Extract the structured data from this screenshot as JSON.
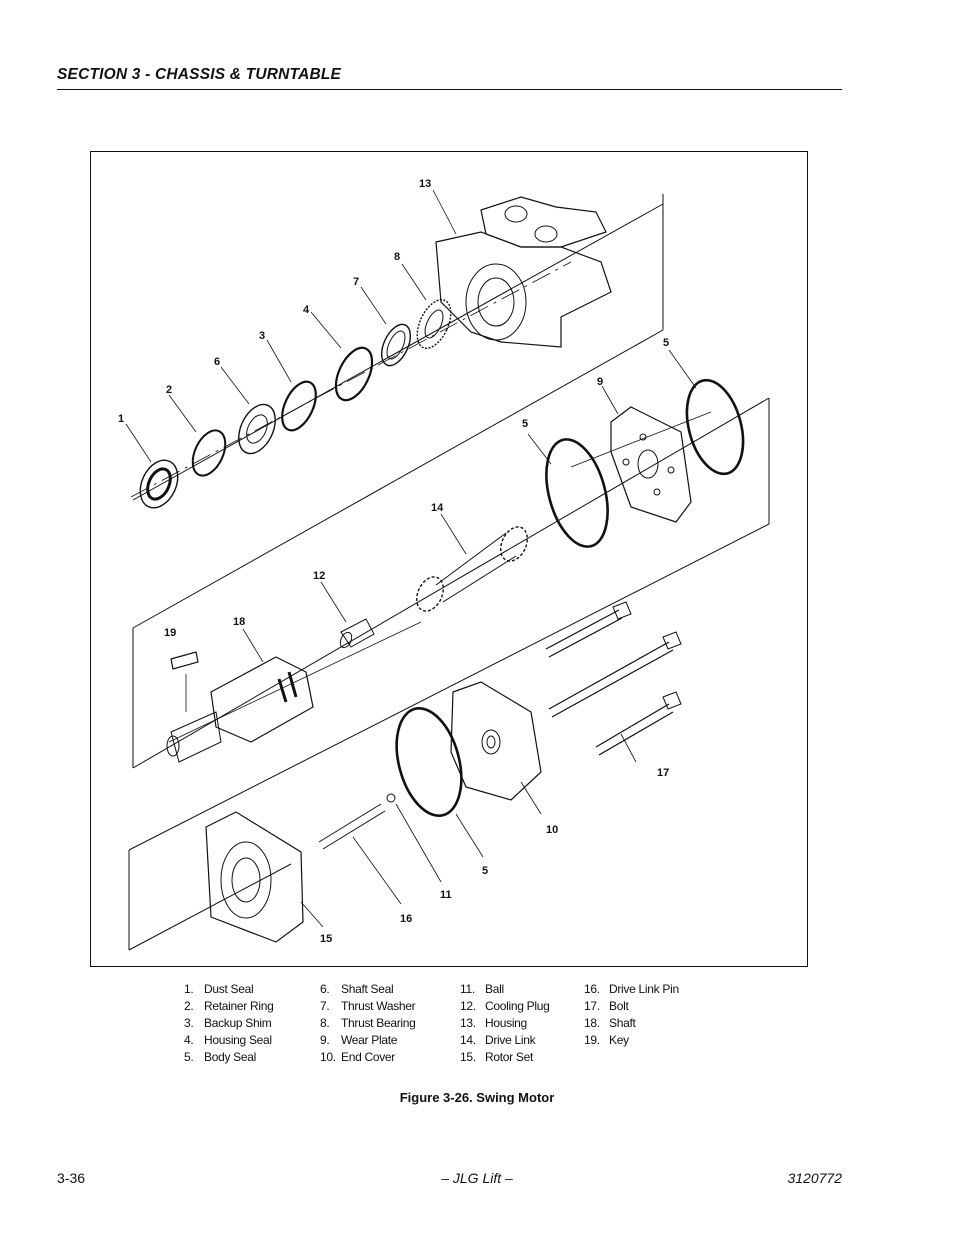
{
  "header": {
    "section_title": "SECTION 3 - CHASSIS & TURNTABLE"
  },
  "figure": {
    "callouts": [
      "13",
      "8",
      "7",
      "4",
      "3",
      "6",
      "2",
      "1",
      "5",
      "9",
      "5",
      "14",
      "12",
      "19",
      "18",
      "17",
      "10",
      "5",
      "11",
      "16",
      "15"
    ]
  },
  "legend": {
    "col1": [
      {
        "num": "1.",
        "name": "Dust Seal"
      },
      {
        "num": "2.",
        "name": "Retainer Ring"
      },
      {
        "num": "3.",
        "name": "Backup Shim"
      },
      {
        "num": "4.",
        "name": "Housing Seal"
      },
      {
        "num": "5.",
        "name": "Body Seal"
      }
    ],
    "col2": [
      {
        "num": "6.",
        "name": "Shaft Seal"
      },
      {
        "num": "7.",
        "name": "Thrust Washer"
      },
      {
        "num": "8.",
        "name": "Thrust Bearing"
      },
      {
        "num": "9.",
        "name": "Wear Plate"
      },
      {
        "num": "10.",
        "name": "End Cover"
      }
    ],
    "col3": [
      {
        "num": "11.",
        "name": "Ball"
      },
      {
        "num": "12.",
        "name": "Cooling Plug"
      },
      {
        "num": "13.",
        "name": "Housing"
      },
      {
        "num": "14.",
        "name": "Drive Link"
      },
      {
        "num": "15.",
        "name": "Rotor Set"
      }
    ],
    "col4": [
      {
        "num": "16.",
        "name": "Drive Link Pin"
      },
      {
        "num": "17.",
        "name": "Bolt"
      },
      {
        "num": "18.",
        "name": "Shaft"
      },
      {
        "num": "19.",
        "name": "Key"
      }
    ]
  },
  "caption": "Figure 3-26.  Swing Motor",
  "footer": {
    "page_number": "3-36",
    "publisher": "– JLG Lift –",
    "doc_number": "3120772"
  }
}
